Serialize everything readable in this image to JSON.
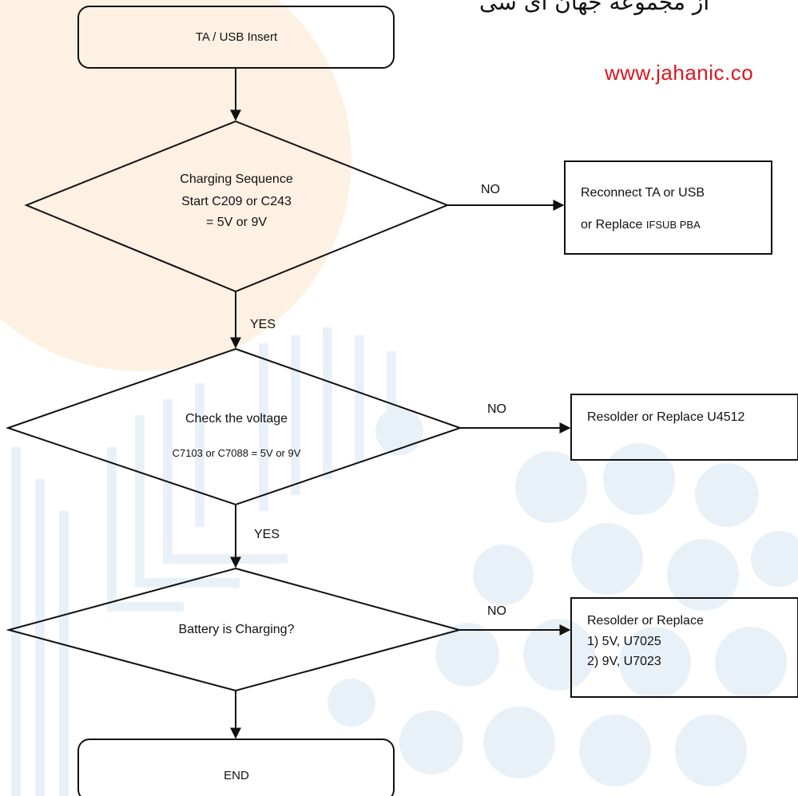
{
  "watermark": {
    "persian_text": "از مجموعه جهان ای سی",
    "url": "www.jahanic.co"
  },
  "flow": {
    "start": {
      "label": "TA / USB Insert"
    },
    "decision1": {
      "line1": "Charging Sequence",
      "line2": "Start C209 or C243",
      "line3": "= 5V or 9V",
      "no_label": "NO",
      "yes_label": "YES"
    },
    "action1": {
      "line1": "Reconnect TA or USB",
      "line2_main": "or Replace ",
      "line2_small": "IFSUB PBA"
    },
    "decision2": {
      "line1": "Check the voltage",
      "line2": "C7103 or C7088 = 5V or 9V",
      "no_label": "NO",
      "yes_label": "YES"
    },
    "action2": {
      "line1": "Resolder or Replace U4512"
    },
    "decision3": {
      "line1": "Battery is Charging?",
      "no_label": "NO"
    },
    "action3": {
      "line1": "Resolder or Replace",
      "line2": "1) 5V, U7025",
      "line3": "2) 9V, U7023"
    },
    "end": {
      "label": "END"
    }
  },
  "colors": {
    "line": "#111111",
    "watermark_url": "#e0141e",
    "bg_orange": "#fdf1e4",
    "bg_blue": "#e9f1f8"
  }
}
